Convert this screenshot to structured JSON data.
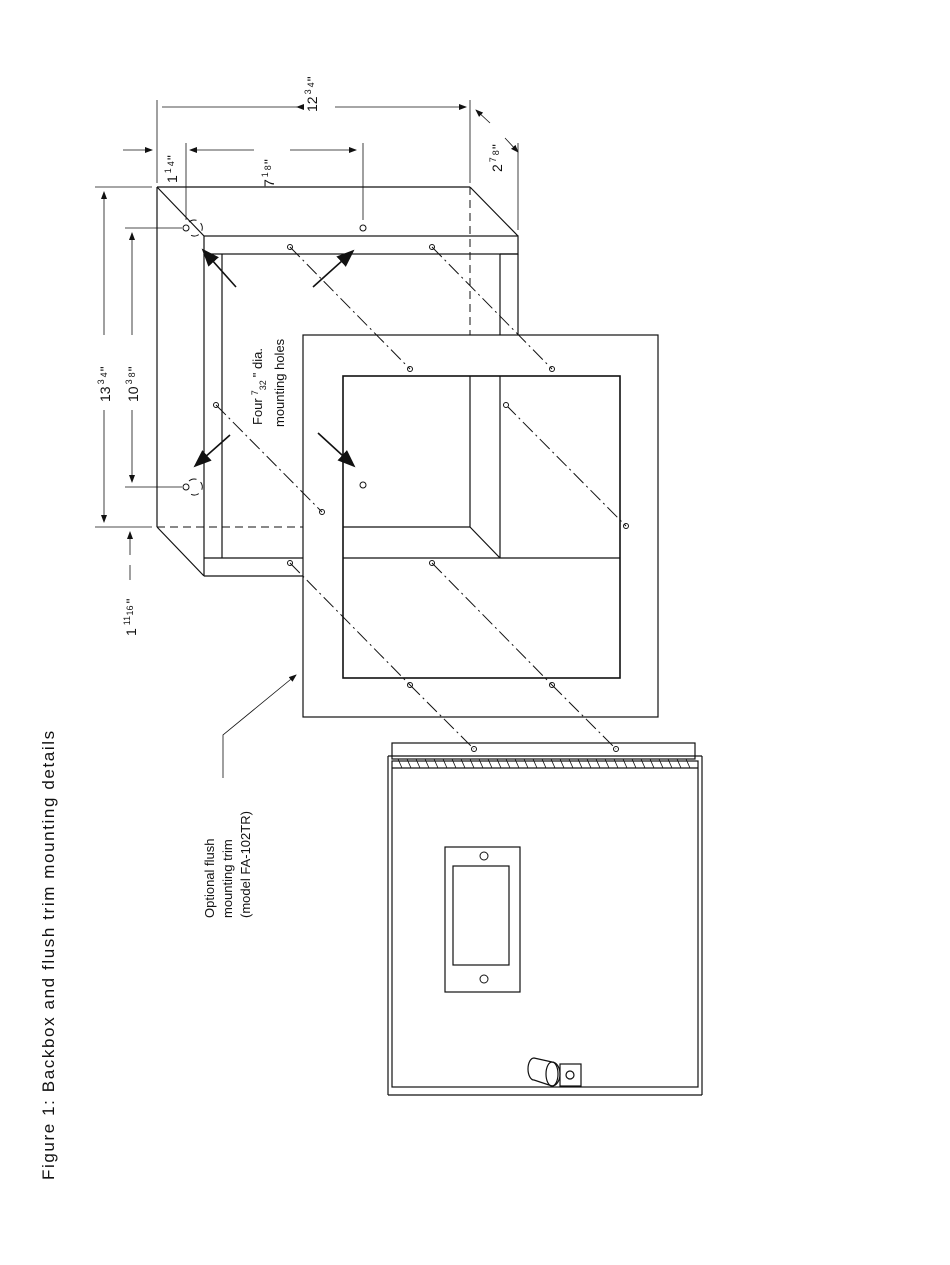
{
  "caption": "Figure 1: Backbox and flush trim mounting details",
  "dimensions": {
    "overall_width": {
      "whole": "12",
      "sup": "3",
      "sub": "4",
      "unit": "\""
    },
    "depth": {
      "whole": "2",
      "sup": "7",
      "sub": "8",
      "unit": "\""
    },
    "left_offset": {
      "whole": "1",
      "sup": "1",
      "sub": "4",
      "unit": "\""
    },
    "hole_spacing": {
      "whole": "7",
      "sup": "1",
      "sub": "8",
      "unit": "\""
    },
    "overall_height": {
      "whole": "13",
      "sup": "3",
      "sub": "4",
      "unit": "\""
    },
    "inner_height": {
      "whole": "10",
      "sup": "3",
      "sub": "8",
      "unit": "\""
    },
    "bottom_offset": {
      "whole": "1",
      "sup": "11",
      "sub": "16",
      "unit": "\""
    }
  },
  "notes": {
    "mounting_holes_pre": "Four",
    "mounting_holes_sup": "7",
    "mounting_holes_sub": "32",
    "mounting_holes_post": "\" dia.",
    "mounting_holes_line2": "mounting holes",
    "trim_line1": "Optional flush",
    "trim_line2": "mounting trim",
    "trim_line3": "(model FA-102TR)"
  }
}
